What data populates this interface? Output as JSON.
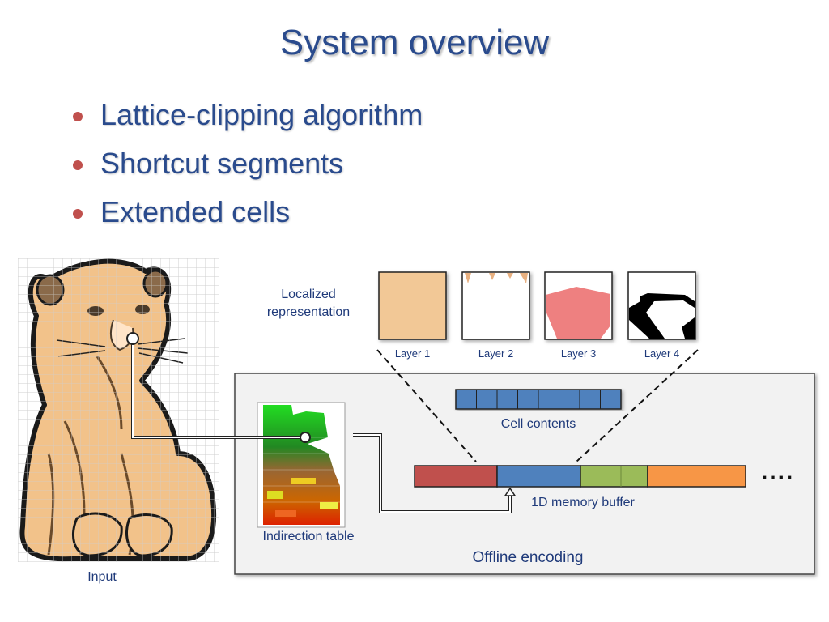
{
  "title": "System overview",
  "bullets": [
    "Lattice-clipping algorithm",
    "Shortcut segments",
    "Extended cells"
  ],
  "diagram": {
    "input_label": "Input",
    "localized_label_line1": "Localized",
    "localized_label_line2": "representation",
    "layers": [
      "Layer 1",
      "Layer 2",
      "Layer 3",
      "Layer 4"
    ],
    "cell_contents_label": "Cell contents",
    "memory_buffer_label": "1D memory buffer",
    "indirection_table_label": "Indirection table",
    "offline_encoding_label": "Offline encoding",
    "continuation": "....",
    "colors": {
      "title": "#2a4b8d",
      "bullet_dot": "#c0504d",
      "layer1_fill": "#f2c896",
      "layer3_fill": "#ee8080",
      "cell_blue": "#4f81bd",
      "buffer_red": "#c0504d",
      "buffer_blue": "#4f81bd",
      "buffer_green": "#9bbb59",
      "buffer_orange": "#f79646",
      "panel_bg": "#f2f2f2"
    }
  }
}
